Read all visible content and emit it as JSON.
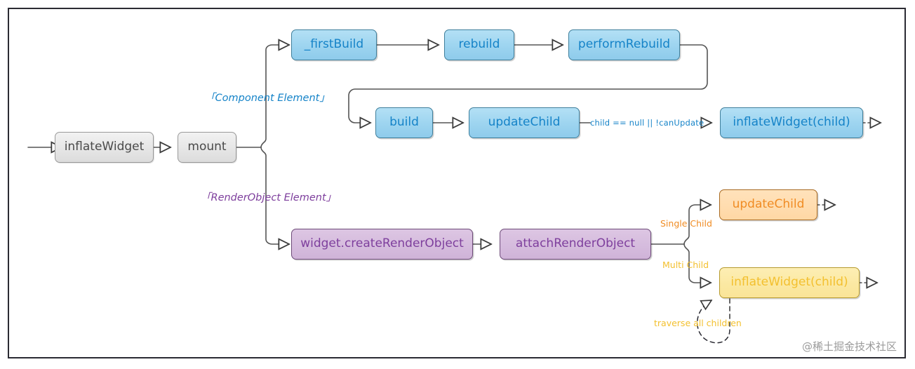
{
  "diagram": {
    "title": "Flutter Element inflateWidget / mount flow",
    "watermark": "@稀土掘金技术社区",
    "colors": {
      "gray_fill": "#e6e6e6",
      "gray_text": "#4a4a4a",
      "blue_fill": "#9bd3ef",
      "blue_text": "#1583c8",
      "purple_fill": "#d5bbdd",
      "purple_text": "#7e3f9d",
      "orange_fill": "#ffdcae",
      "orange_text": "#f08c24",
      "yellow_fill": "#fbe8a1",
      "yellow_text": "#f3c02f",
      "edge_stroke": "#555555",
      "frame_border": "#2b2b33"
    },
    "nodes": [
      {
        "id": "inflateWidget",
        "label": "inflateWidget",
        "kind": "gray"
      },
      {
        "id": "mount",
        "label": "mount",
        "kind": "gray"
      },
      {
        "id": "firstBuild",
        "label": "_firstBuild",
        "kind": "blue"
      },
      {
        "id": "rebuild",
        "label": "rebuild",
        "kind": "blue"
      },
      {
        "id": "performRebuild",
        "label": "performRebuild",
        "kind": "blue"
      },
      {
        "id": "build",
        "label": "build",
        "kind": "blue"
      },
      {
        "id": "updateChild",
        "label": "updateChild",
        "kind": "blue"
      },
      {
        "id": "inflateWidgetChild",
        "label": "inflateWidget(child)",
        "kind": "blue"
      },
      {
        "id": "createRenderObject",
        "label": "widget.createRenderObject",
        "kind": "purple"
      },
      {
        "id": "attachRenderObject",
        "label": "attachRenderObject",
        "kind": "purple"
      },
      {
        "id": "updateChildSingle",
        "label": "updateChild",
        "kind": "orange"
      },
      {
        "id": "inflateWidgetMulti",
        "label": "inflateWidget(child)",
        "kind": "yellow"
      }
    ],
    "edge_labels": {
      "component_element": "「Component Element」",
      "renderobject_element": "「RenderObject Element」",
      "can_update": "child == null || !canUpdate",
      "single_child": "Single Child",
      "multi_child": "Multi Child",
      "traverse_all_children": "traverse all children"
    }
  }
}
